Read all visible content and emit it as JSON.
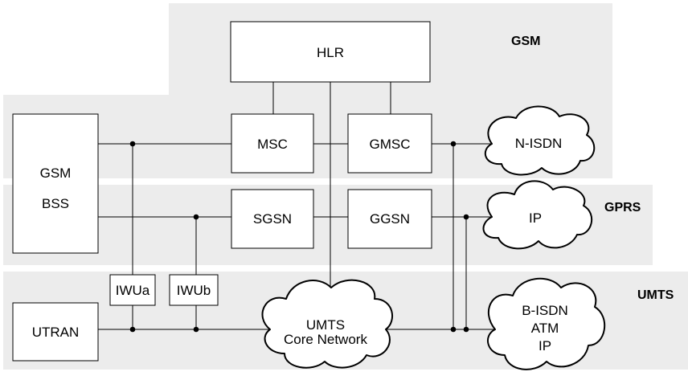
{
  "domains": {
    "gsm": "GSM",
    "gprs": "GPRS",
    "umts": "UMTS"
  },
  "nodes": {
    "hlr": "HLR",
    "msc": "MSC",
    "gmsc": "GMSC",
    "gsm_bss": [
      "GSM",
      "BSS"
    ],
    "sgsn": "SGSN",
    "ggsn": "GGSN",
    "iwua": "IWUa",
    "iwub": "IWUb",
    "utran": "UTRAN"
  },
  "networks": {
    "n_isdn": [
      "N-ISDN"
    ],
    "ip": [
      "IP"
    ],
    "umts_core": [
      "UMTS",
      "Core Network"
    ],
    "b_isdn": [
      "B-ISDN",
      "ATM",
      "IP"
    ]
  }
}
